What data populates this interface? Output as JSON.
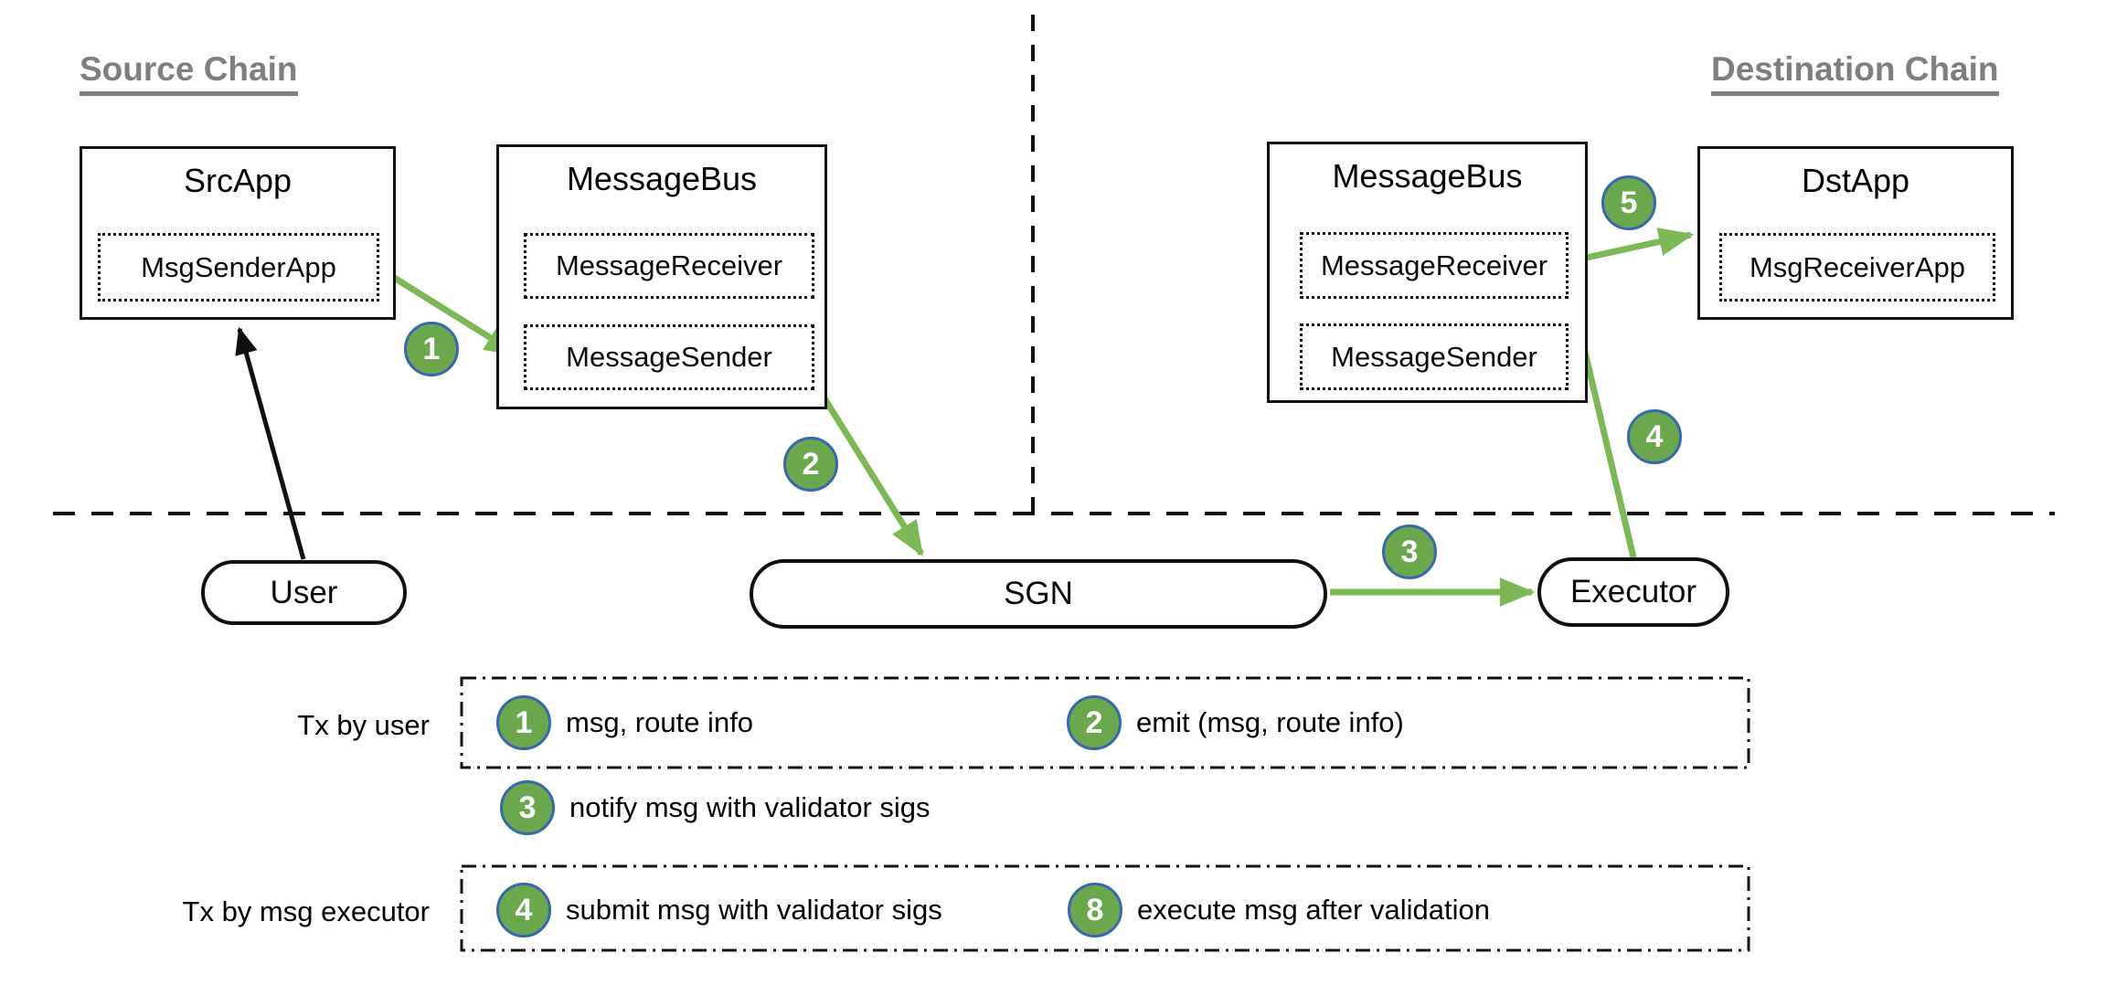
{
  "header": {
    "source": "Source Chain",
    "destination": "Destination Chain"
  },
  "boxes": {
    "src_app": {
      "title": "SrcApp",
      "inner": "MsgSenderApp"
    },
    "message_bus_src": {
      "title": "MessageBus",
      "receiver": "MessageReceiver",
      "sender": "MessageSender"
    },
    "message_bus_dst": {
      "title": "MessageBus",
      "receiver": "MessageReceiver",
      "sender": "MessageSender"
    },
    "dst_app": {
      "title": "DstApp",
      "inner": "MsgReceiverApp"
    }
  },
  "nodes": {
    "user": "User",
    "sgn": "SGN",
    "executor": "Executor"
  },
  "steps": {
    "step1": "1",
    "step2": "2",
    "step3": "3",
    "step4": "4",
    "step5": "5"
  },
  "legend": {
    "row1_label": "Tx by user",
    "row2_label": "Tx by msg executor",
    "items": [
      {
        "num": "1",
        "text": "msg, route info"
      },
      {
        "num": "2",
        "text": "emit (msg, route info)"
      },
      {
        "num": "3",
        "text": "notify msg with validator sigs"
      },
      {
        "num": "4",
        "text": "submit msg with validator sigs"
      },
      {
        "num": "8",
        "text": "execute msg after validation"
      }
    ]
  },
  "colors": {
    "accent_green": "#6BA84D",
    "circle_border": "#3767AE",
    "arrow_green": "#7CB956",
    "header_gray": "#7F7F7F"
  }
}
